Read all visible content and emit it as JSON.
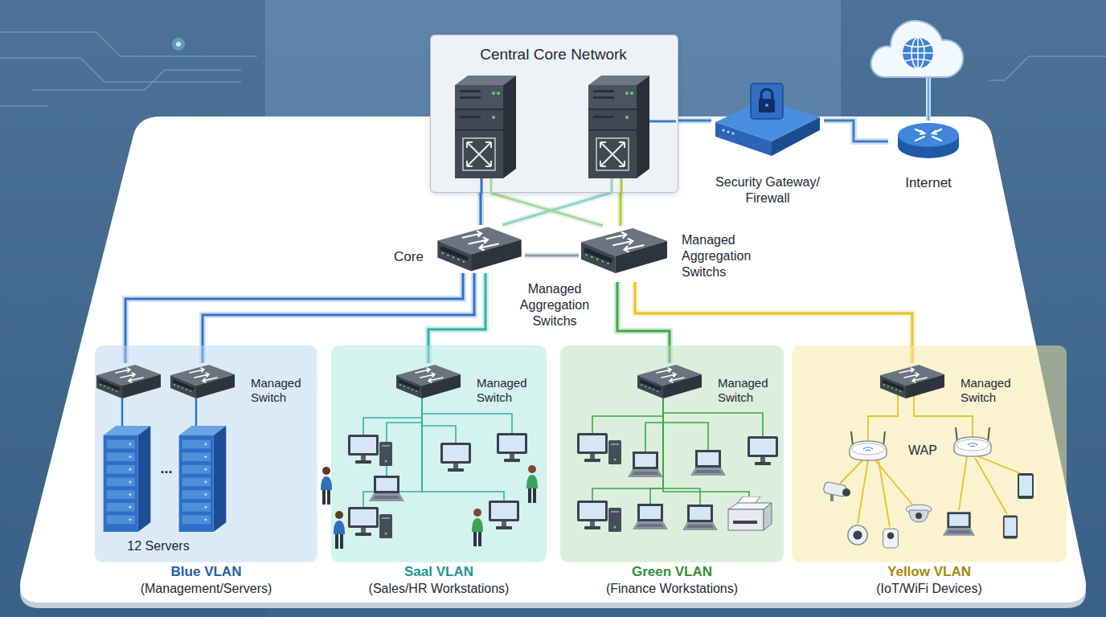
{
  "diagram": {
    "nodes": [
      {
        "text": [
          "Central Core Network"
        ]
      },
      {
        "text": [
          "Security Gateway/ Firewall"
        ]
      },
      {
        "text": [
          "Internet"
        ]
      },
      {
        "text": [
          "Core"
        ]
      },
      {
        "text": [
          "Managed Aggregation Switchs"
        ]
      },
      {
        "text": [
          "Blue VLAN",
          "(Management/Servers)"
        ]
      },
      {
        "text": [
          "Managed Switch"
        ],
        "in": 5
      },
      {
        "text": [
          "Saal VLAN",
          "(Sales/HR Workstations)"
        ]
      },
      {
        "text": [
          "Managed Switch"
        ],
        "in": 7
      },
      {
        "text": [
          "Green VLAN",
          "(Finance Workstations)"
        ]
      },
      {
        "text": [
          "Managed Switch"
        ],
        "in": 9
      },
      {
        "text": [
          "Yellow VLAN",
          "(IoT/WiFi Devices)"
        ]
      },
      {
        "text": [
          "Managed Switch"
        ],
        "in": 11
      }
    ],
    "edges": [
      {
        "from": 0,
        "to": 3,
        "arrow": "none"
      },
      {
        "from": 0,
        "to": 4,
        "arrow": "none"
      },
      {
        "from": 0,
        "to": 3,
        "arrow": "none"
      },
      {
        "from": 0,
        "to": 4,
        "arrow": "none"
      },
      {
        "from": 0,
        "to": 1,
        "arrow": "none"
      },
      {
        "from": 1,
        "to": 2,
        "arrow": "none"
      },
      {
        "from": 3,
        "to": 4,
        "arrow": "none"
      },
      {
        "from": 3,
        "to": 6,
        "arrow": "none"
      },
      {
        "from": 3,
        "to": 8,
        "arrow": "none"
      },
      {
        "from": 4,
        "to": 10,
        "arrow": "none"
      },
      {
        "from": 4,
        "to": 12,
        "arrow": "none"
      }
    ],
    "labels": [
      "Managed Aggregation Switchs",
      "...",
      "WAP",
      "12 Servers"
    ]
  }
}
